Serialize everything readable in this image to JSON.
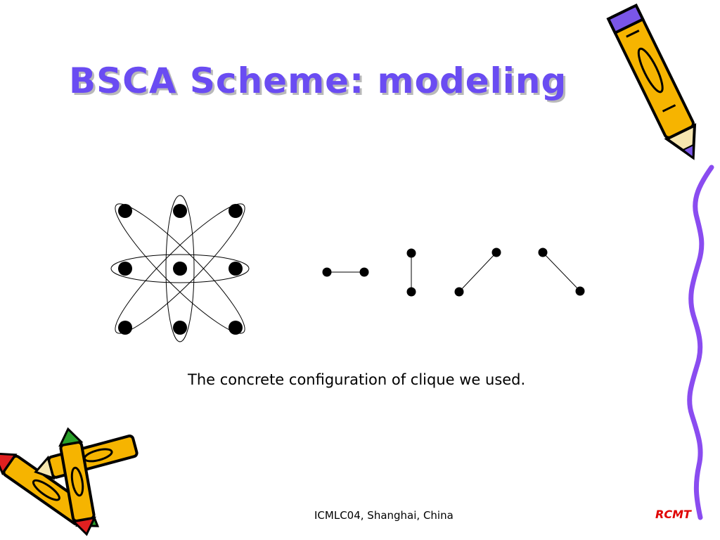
{
  "slide": {
    "title": "BSCA Scheme: modeling",
    "caption": "The concrete configuration of clique we used.",
    "footer": "ICMLC04, Shanghai, China",
    "brand": "RCMT"
  },
  "colors": {
    "title": "#6a4cf2",
    "brand": "#e00000",
    "border_line": "#8a4cf0",
    "pencil_yellow": "#f6b400",
    "pencil_purple": "#7a56e8",
    "crayon_red": "#e02020",
    "crayon_green": "#2aa02a"
  },
  "icons": [
    "pencil-icon",
    "crayon-cluster-icon"
  ]
}
